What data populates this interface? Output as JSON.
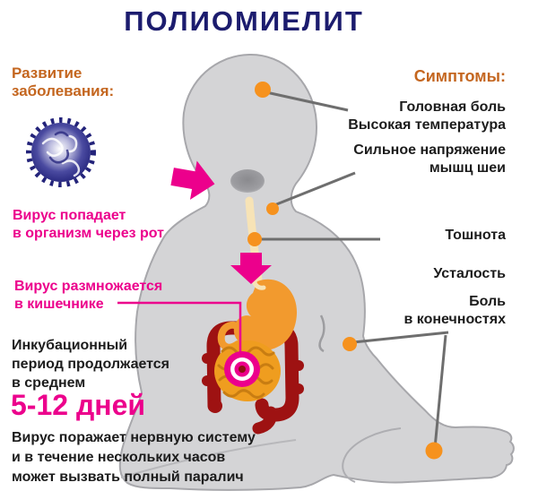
{
  "title": "ПОЛИОМИЕЛИТ",
  "development": {
    "heading": "Развитие заболевания:",
    "virus_icon": "poliovirus",
    "steps": [
      {
        "lines": [
          "Вирус попадает",
          "в организм через рот"
        ]
      },
      {
        "lines": [
          "Вирус размножается",
          "в кишечнике"
        ]
      }
    ],
    "incubation": {
      "lines": [
        "Инкубационный",
        "период продолжается",
        "в среднем"
      ],
      "duration": "5-12 дней"
    },
    "outcome_lines": [
      "Вирус поражает нервную систему",
      "и в течение нескольких часов",
      "может вызвать полный паралич"
    ]
  },
  "symptoms": {
    "heading": "Симптомы:",
    "items": [
      {
        "lines": [
          "Головная боль"
        ]
      },
      {
        "lines": [
          "Высокая температура"
        ]
      },
      {
        "lines": [
          "Сильное напряжение",
          "мышц шеи"
        ]
      },
      {
        "lines": [
          "Тошнота"
        ]
      },
      {
        "lines": [
          "Усталость"
        ]
      },
      {
        "lines": [
          "Боль",
          "в конечностях"
        ]
      }
    ]
  },
  "colors": {
    "title_navy": "#1c1c6e",
    "heading_orange": "#c4661f",
    "accent_magenta": "#ec008c",
    "marker_orange": "#f6921e",
    "body_gray": "#d4d4d6",
    "intestine_red": "#9e1212",
    "organ_orange": "#f29a2e",
    "esophagus_cream": "#f7e3b6",
    "virus_navy": "#28287e",
    "text_black": "#1c1c1c",
    "leader_gray": "#6e6e6e"
  }
}
